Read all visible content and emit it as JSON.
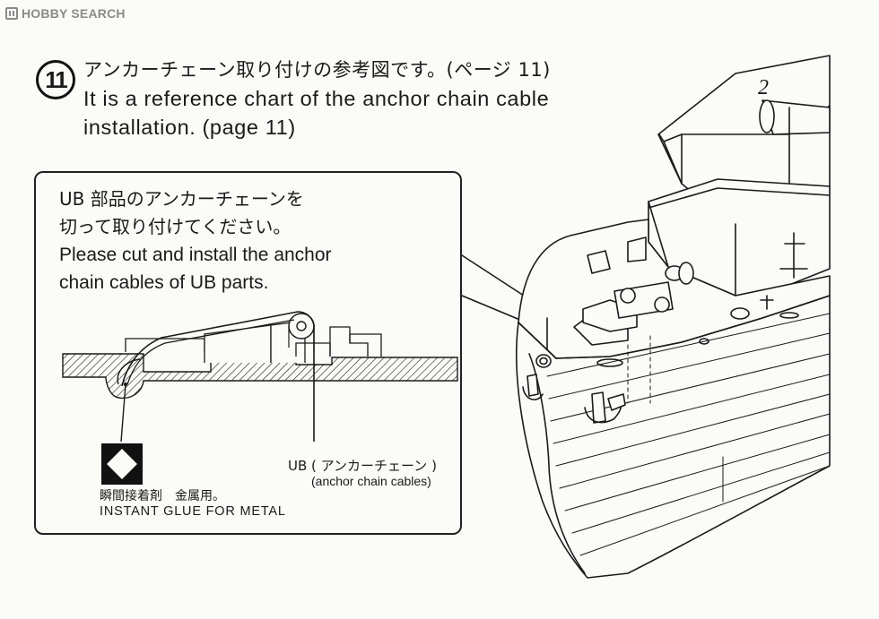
{
  "watermark": {
    "brand": "HOBBY SEARCH"
  },
  "step": {
    "number": "11",
    "title_jp": "アンカーチェーン取り付けの参考図です。(ページ 11)",
    "title_en_line1": "It is a reference chart of the anchor chain cable",
    "title_en_line2": "installation. (page 11)"
  },
  "callout": {
    "jp_line1": "UB 部品のアンカーチェーンを",
    "jp_line2": "切って取り付けてください。",
    "en_line1": "Please cut and install the anchor",
    "en_line2": "chain cables of UB parts."
  },
  "glue": {
    "jp": "瞬間接着剤　金属用。",
    "en": "INSTANT GLUE FOR METAL"
  },
  "chain_label": {
    "jp": "UB ( アンカーチェーン )",
    "en": "(anchor chain cables)"
  },
  "ship_label": {
    "number": "2"
  },
  "colors": {
    "ink": "#1a1a1a",
    "paper": "#fbfbf8",
    "watermark": "#8a8a8a"
  }
}
